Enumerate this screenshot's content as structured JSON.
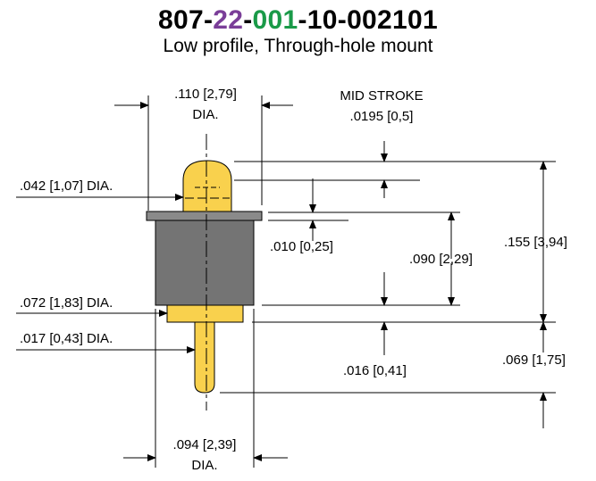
{
  "header": {
    "part_segments": [
      {
        "text": "807-",
        "color": "#000000"
      },
      {
        "text": "22",
        "color": "#7a3e98"
      },
      {
        "text": "-",
        "color": "#000000"
      },
      {
        "text": "001",
        "color": "#1a9a48"
      },
      {
        "text": "-10-002101",
        "color": "#000000"
      }
    ],
    "subtitle": "Low profile, Through-hole mount"
  },
  "colors": {
    "gold": "#f9d14d",
    "gold_dark": "#e5b52a",
    "body_gray": "#747474",
    "flange_gray": "#8a8a8a",
    "line": "#000000"
  },
  "dimensions": {
    "top_dia": ".110 [2,79]",
    "top_dia_suffix": "DIA.",
    "mid_stroke_label": "MID STROKE",
    "mid_stroke_value": ".0195 [0,5]",
    "tip_dia": ".042 [1,07] DIA.",
    "flange_thickness": ".010 [0,25]",
    "body_height": ".090 [2,29]",
    "overall_height": ".155 [3,94]",
    "shoulder_dia": ".072 [1,83] DIA.",
    "tail_dia": ".017 [0,43] DIA.",
    "shoulder_height": ".016 [0,41]",
    "tail_length": ".069 [1,75]",
    "bottom_dia": ".094 [2,39]",
    "bottom_dia_suffix": "DIA."
  }
}
